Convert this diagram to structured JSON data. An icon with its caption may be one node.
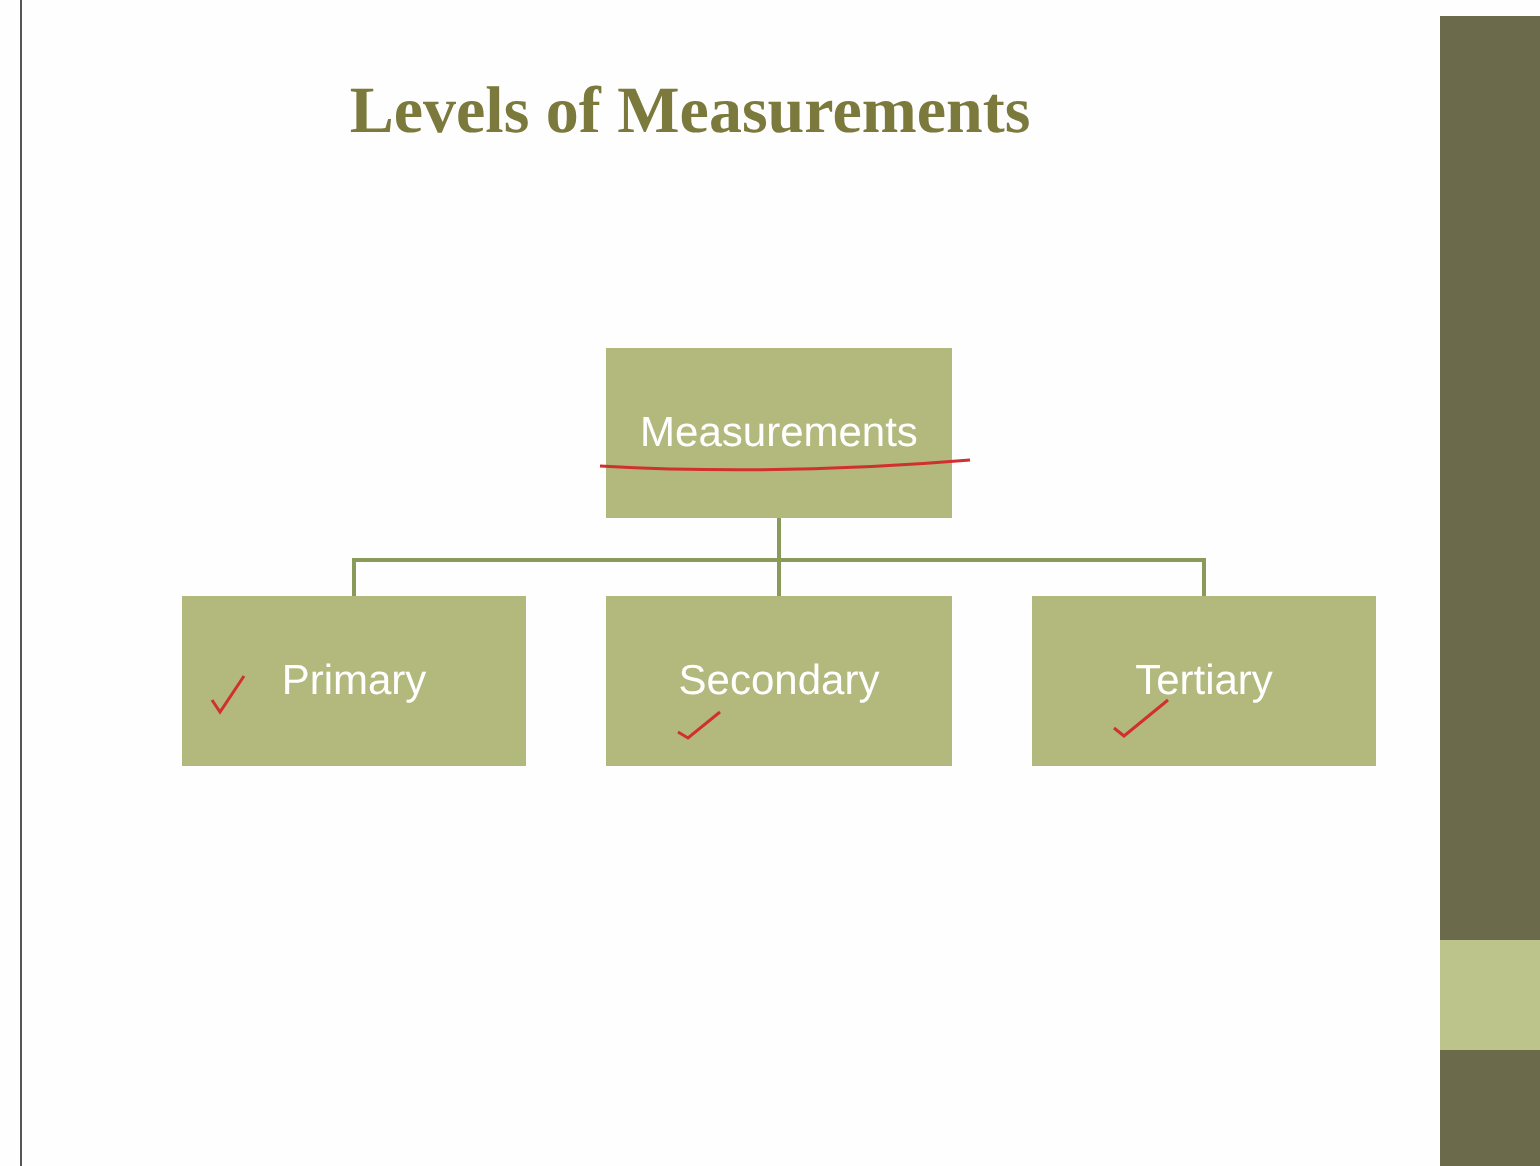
{
  "diagram": {
    "title": "Levels of Measurements",
    "nodes": [
      {
        "text": [
          "Measurements"
        ]
      },
      {
        "text": [
          "Primary"
        ]
      },
      {
        "text": [
          "Secondary"
        ]
      },
      {
        "text": [
          "Tertiary"
        ]
      }
    ],
    "edges": [
      {
        "from": 0,
        "to": 1,
        "arrow": "none"
      },
      {
        "from": 0,
        "to": 2,
        "arrow": "none"
      },
      {
        "from": 0,
        "to": 3,
        "arrow": "none"
      }
    ]
  }
}
